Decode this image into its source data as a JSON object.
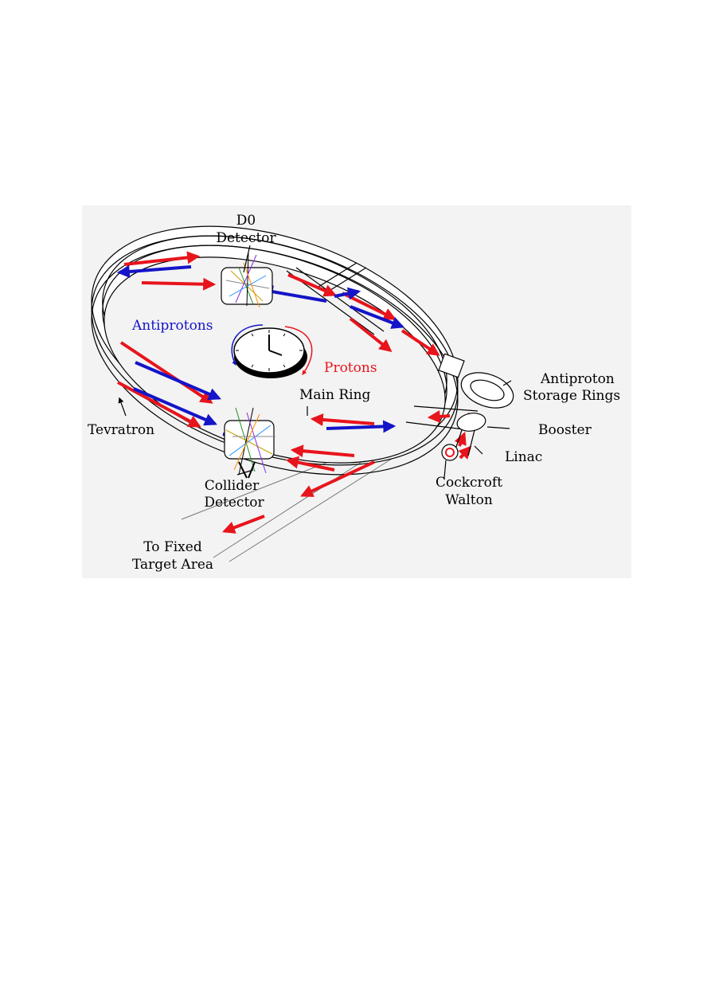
{
  "labels": {
    "d0_line1": "D0",
    "d0_line2": "Detector",
    "antiprotons": "Antiprotons",
    "protons": "Protons",
    "main_ring": "Main Ring",
    "tevratron": "Tevratron",
    "antiproton_line1": "Antiproton",
    "antiproton_line2": "Storage Rings",
    "booster": "Booster",
    "linac": "Linac",
    "cockcroft_line1": "Cockcroft",
    "cockcroft_line2": "Walton",
    "collider_line1": "Collider",
    "collider_line2": "Detector",
    "fixed_line1": "To Fixed",
    "fixed_line2": "Target Area"
  },
  "colors": {
    "proton": "#e8141c",
    "antiproton": "#1414c8",
    "panel": "#f3f3f3",
    "ring_fill": "#ffffff",
    "outline": "#000000"
  },
  "icons": {
    "clock": "clock-icon",
    "detector": "particle-detector-icon"
  }
}
